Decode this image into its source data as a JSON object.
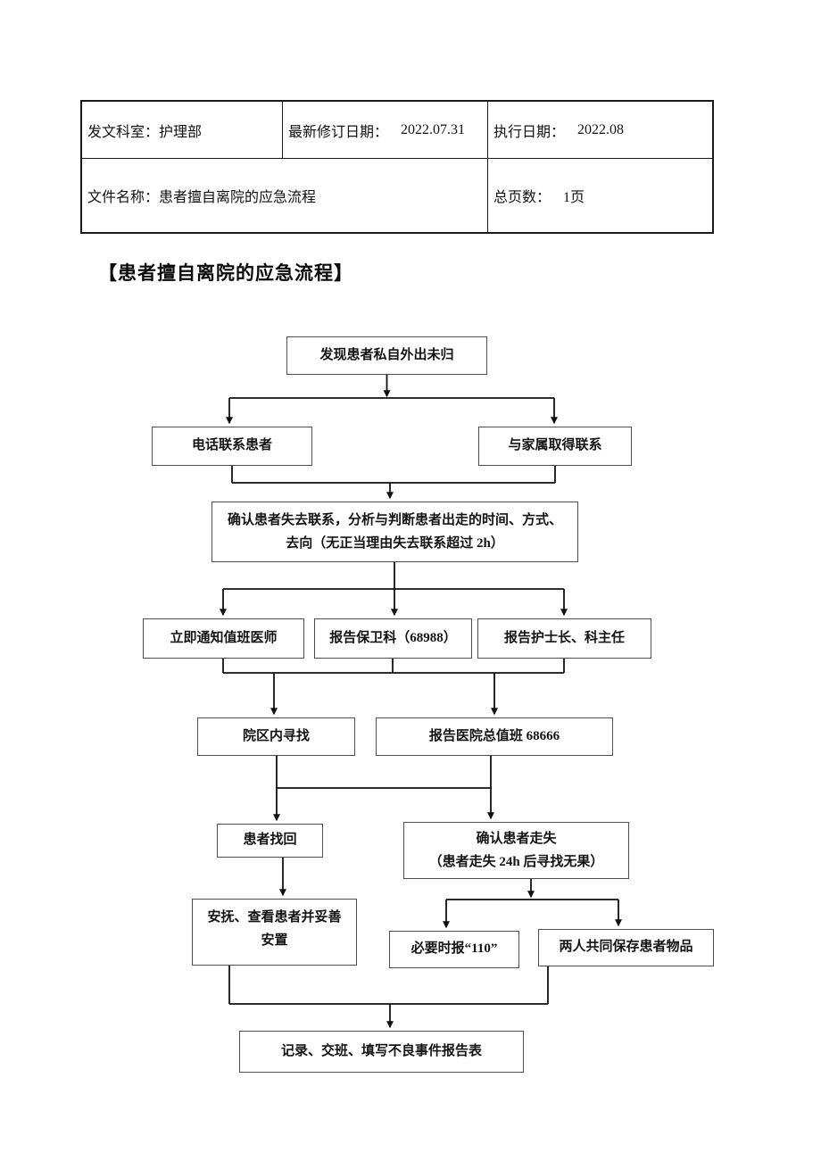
{
  "header_table": {
    "dept_label": "发文科室：",
    "dept_value": "护理部",
    "revised_label": "最新修订日期：",
    "revised_value": "2022.07.31",
    "exec_label": "执行日期：",
    "exec_value": "2022.08",
    "file_label": "文件名称：",
    "file_value": "患者擅自离院的应急流程",
    "pages_label": "总页数：",
    "pages_value": "1页"
  },
  "title": "【患者擅自离院的应急流程】",
  "flowchart": {
    "nodes": {
      "discover": "发现患者私自外出未归",
      "phone_patient": "电话联系患者",
      "contact_family": "与家属取得联系",
      "confirm_contact_lost": "确认患者失去联系，分析与判断患者出走的时间、方式、\n去向（无正当理由失去联系超过 2h）",
      "notify_doctor": "立即通知值班医师",
      "report_security": "报告保卫科（68988）",
      "report_head_nurse": "报告护士长、科主任",
      "search_hospital": "院区内寻找",
      "report_duty_office": "报告医院总值班 68666",
      "patient_found": "患者找回",
      "patient_lost": "确认患者走失\n（患者走失 24h 后寻找无果）",
      "comfort_patient": "安抚、查看患者并妥善\n安置",
      "call_110": "必要时报“110”",
      "keep_belongings": "两人共同保存患者物品",
      "record_handover": "记录、交班、填写不良事件报告表"
    }
  }
}
